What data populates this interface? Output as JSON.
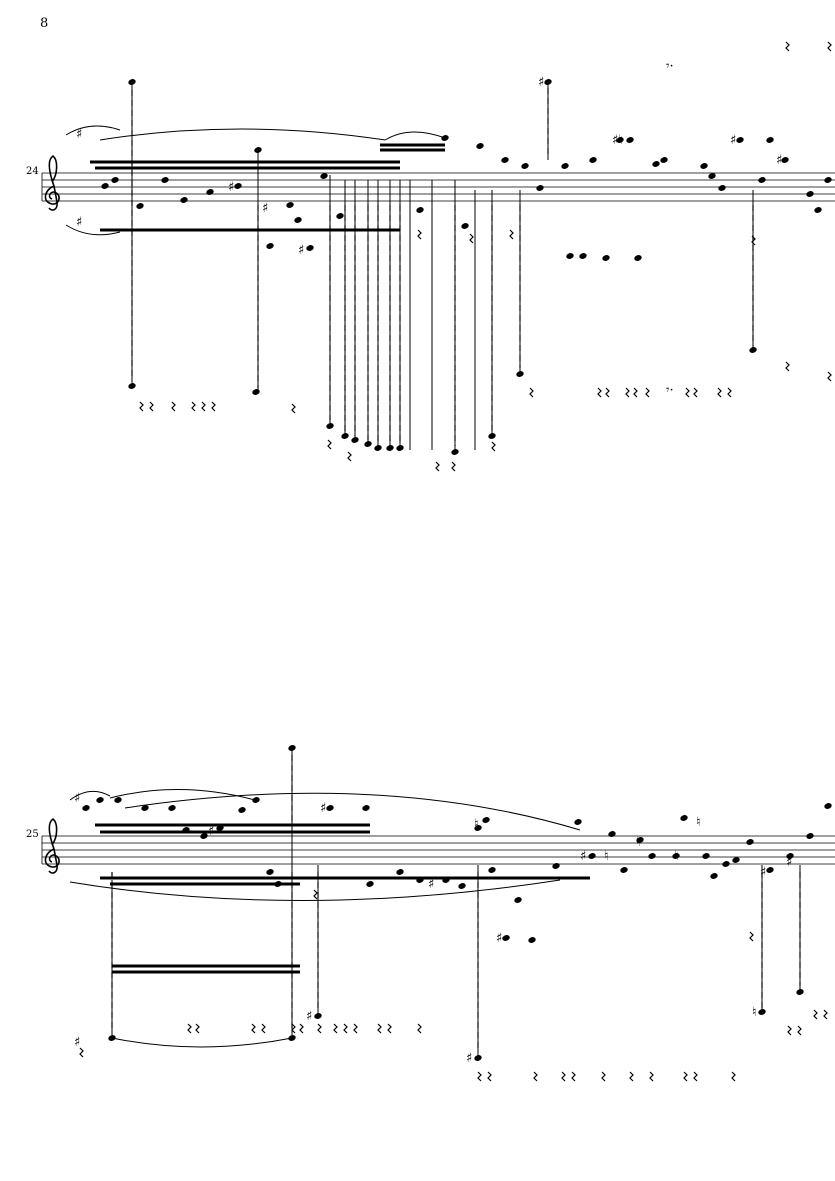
{
  "page": {
    "number": "8"
  },
  "systems": [
    {
      "measure_number": "24",
      "clef": "treble-clef-icon"
    },
    {
      "measure_number": "25",
      "clef": "treble-clef-icon"
    }
  ]
}
